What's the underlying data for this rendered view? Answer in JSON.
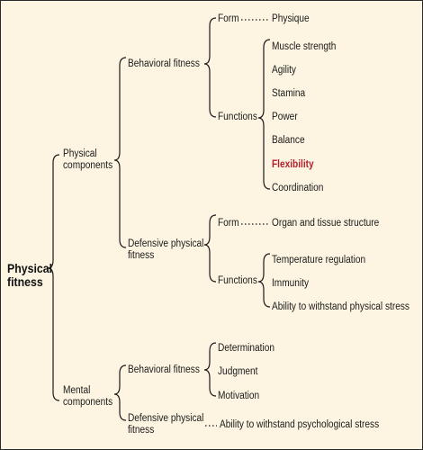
{
  "root": {
    "line1": "Physical",
    "line2": "fitness"
  },
  "physical_components": {
    "label_line1": "Physical",
    "label_line2": "components",
    "behavioral_fitness": {
      "label": "Behavioral fitness",
      "form": {
        "label": "Form",
        "value": "Physique"
      },
      "functions": {
        "label": "Functions",
        "items": [
          "Muscle strength",
          "Agility",
          "Stamina",
          "Power",
          "Balance",
          "Flexibility",
          "Coordination"
        ]
      }
    },
    "defensive_physical_fitness": {
      "label_line1": "Defensive physical",
      "label_line2": "fitness",
      "form": {
        "label": "Form",
        "value": "Organ and tissue structure"
      },
      "functions": {
        "label": "Functions",
        "items": [
          "Temperature regulation",
          "Immunity",
          "Ability to withstand physical stress"
        ]
      }
    }
  },
  "mental_components": {
    "label_line1": "Mental",
    "label_line2": "components",
    "behavioral_fitness": {
      "label": "Behavioral fitness",
      "items": [
        "Determination",
        "Judgment",
        "Motivation"
      ]
    },
    "defensive_physical_fitness": {
      "label_line1": "Defensive physical",
      "label_line2": "fitness",
      "value": "Ability to withstand psychological stress"
    }
  },
  "highlight_color": "#b3202c"
}
